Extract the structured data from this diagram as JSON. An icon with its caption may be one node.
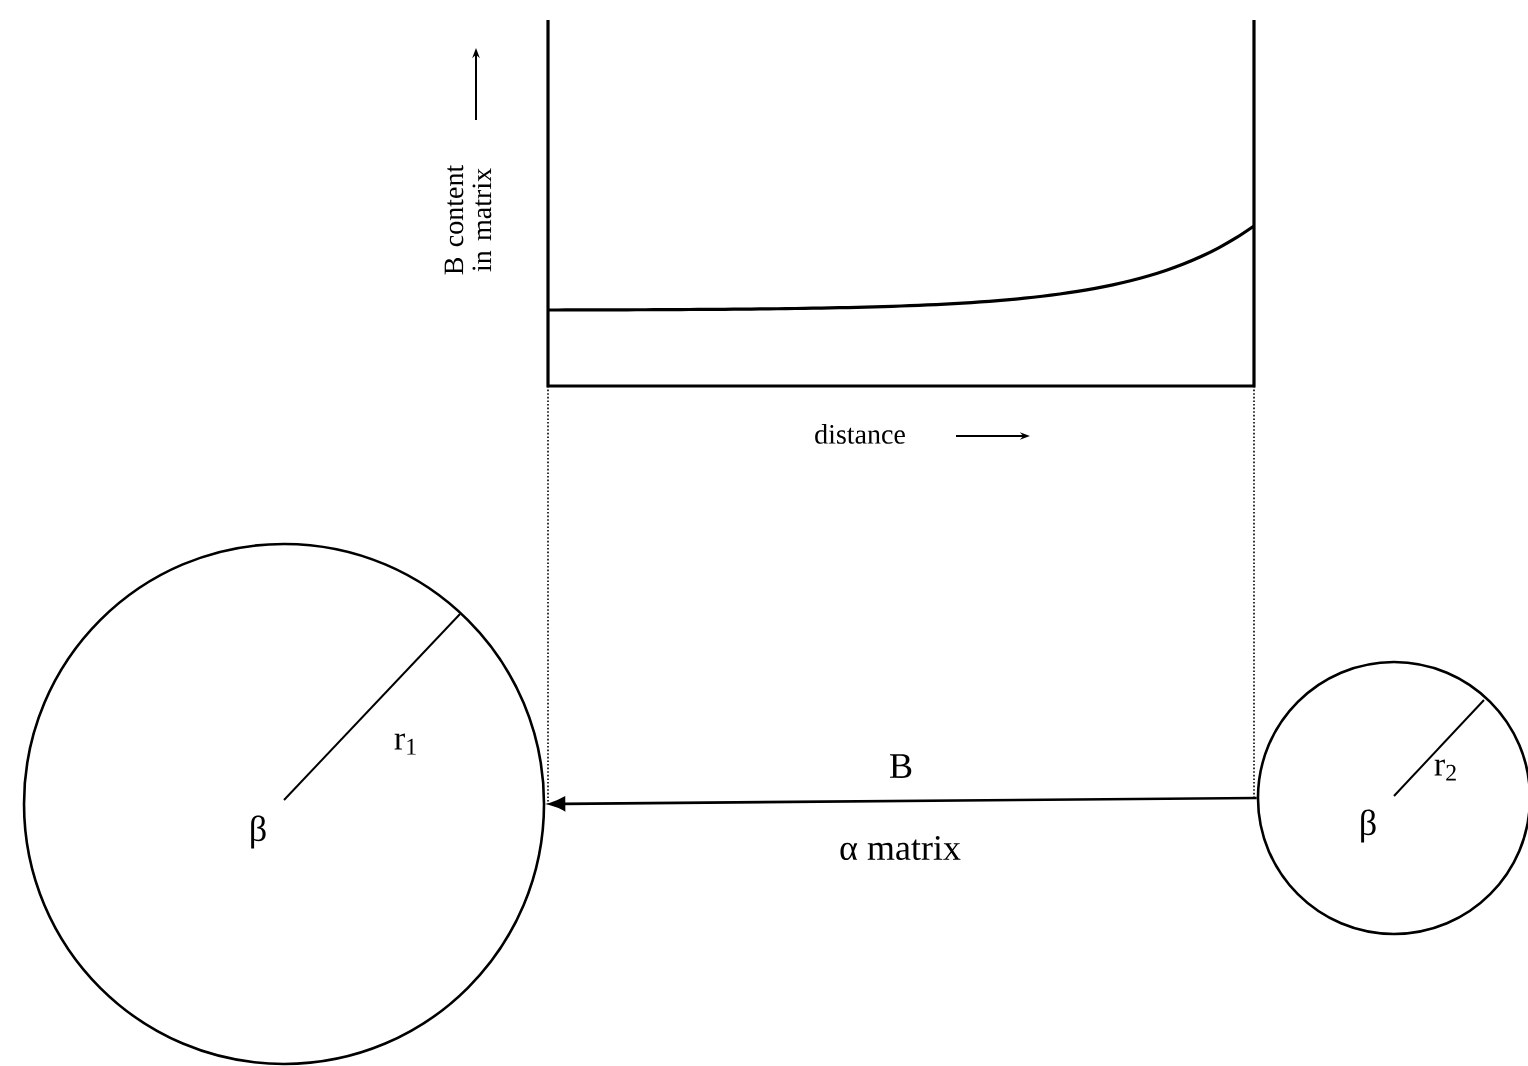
{
  "diagram": {
    "nodes": [
      {
        "text": [
          "β"
        ]
      },
      {
        "text": [
          "β"
        ]
      }
    ],
    "edges": [
      {
        "from": 1,
        "to": 0,
        "arrow": "to",
        "label": "B"
      }
    ],
    "labels": [
      "B content in matrix",
      "distance",
      "r$_{1}$",
      "r$_{2}$",
      "α matrix"
    ]
  }
}
